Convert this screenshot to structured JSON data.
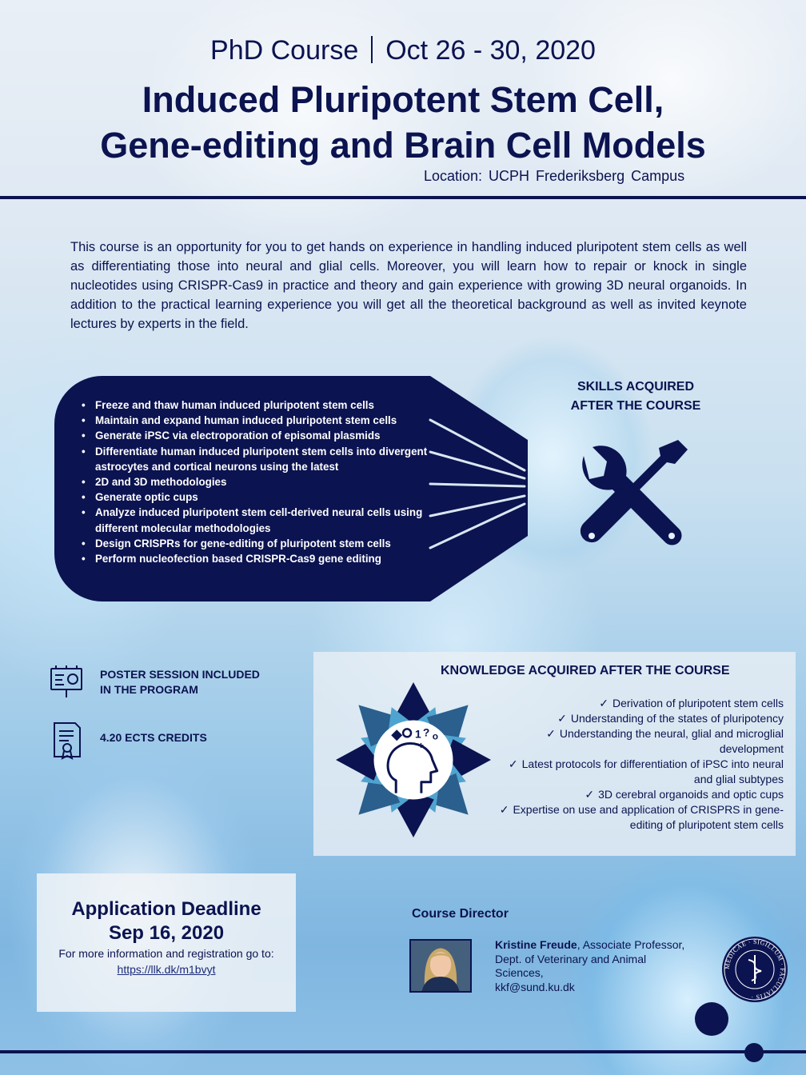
{
  "header": {
    "course_type": "PhD Course",
    "dates": "Oct 26 - 30, 2020",
    "title_line1": "Induced Pluripotent Stem Cell,",
    "title_line2": "Gene-editing and Brain Cell Models",
    "location": "Location: UCPH Frederiksberg Campus"
  },
  "intro": "This course is an opportunity for you to get hands on experience in handling induced pluripotent stem cells as well as differentiating those into neural and glial cells. Moreover, you will learn how to repair or knock in single nucleotides using CRISPR-Cas9 in practice and theory and gain experience with growing 3D neural organoids. In addition to the practical learning experience you will get all the theoretical background as well as invited keynote lectures by experts in the field.",
  "skills": {
    "heading_line1": "SKILLS ACQUIRED",
    "heading_line2": "AFTER THE COURSE",
    "icon": "wrench-screwdriver-icon",
    "items": [
      "Freeze and thaw human induced pluripotent stem cells",
      "Maintain and expand human induced pluripotent stem cells",
      "Generate iPSC via electroporation of episomal plasmids",
      "Differentiate human induced pluripotent stem cells into divergent astrocytes and cortical neurons using the latest",
      "2D and 3D methodologies",
      "Generate optic cups",
      "Analyze  induced pluripotent stem cell-derived neural cells using different molecular methodologies",
      "Design CRISPRs for gene-editing of pluripotent stem cells",
      "Perform nucleofection based CRISPR-Cas9 gene editing"
    ]
  },
  "knowledge": {
    "heading": "KNOWLEDGE ACQUIRED AFTER THE COURSE",
    "icon": "head-ideas-star-icon",
    "check_symbol": "✓",
    "items": [
      "Derivation of pluripotent stem cells",
      "Understanding of the states of pluripotency",
      "Understanding the neural, glial and microglial development",
      "Latest protocols for differentiation of iPSC into neural and glial subtypes",
      "3D cerebral organoids and optic cups",
      "Expertise on use and application of CRISPRS in gene-editing of pluripotent stem cells"
    ]
  },
  "extras": {
    "poster_line1": "POSTER SESSION INCLUDED",
    "poster_line2": "IN THE PROGRAM",
    "poster_icon": "presentation-board-icon",
    "ects": "4.20 ECTS CREDITS",
    "ects_icon": "certificate-icon"
  },
  "deadline": {
    "title": "Application Deadline",
    "date": "Sep 16, 2020",
    "info": "For more information and registration go to:",
    "link": "https://llk.dk/m1bvyt"
  },
  "director": {
    "heading": "Course Director",
    "name": "Kristine Freude",
    "role_suffix": ", Associate Professor, Dept. of Veterinary and Animal Sciences,",
    "email": "kkf@sund.ku.dk"
  },
  "seal": {
    "text": "MEDICAE · SIGILLUM · FACULTATIS ·"
  },
  "colors": {
    "navy": "#0b1350",
    "accent_blue": "#2a5f8e",
    "light_blue": "#4fa3cf"
  }
}
